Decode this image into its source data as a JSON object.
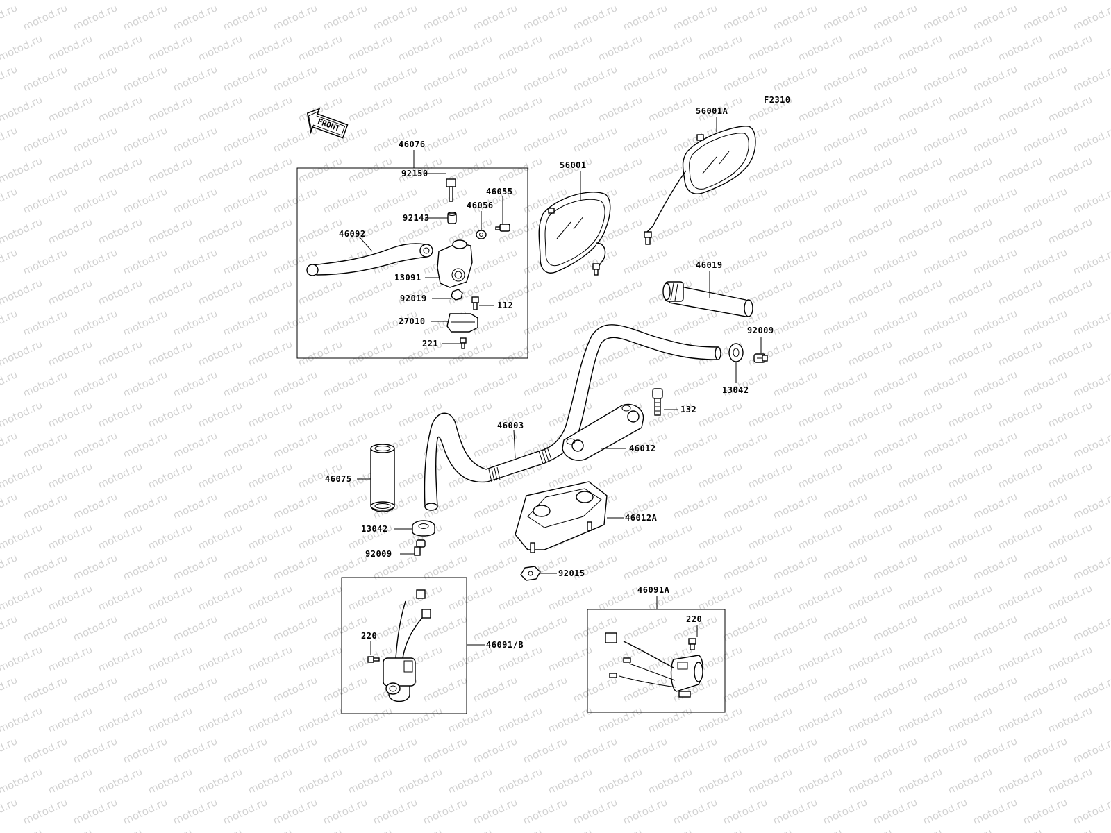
{
  "diagram": {
    "figure_code": "F2310",
    "watermark_text": "motod.ru",
    "direction_indicator": "FRONT",
    "labels": {
      "p56001A": "56001A",
      "p56001": "56001",
      "p46076": "46076",
      "p92150": "92150",
      "p46055": "46055",
      "p92143": "92143",
      "p46056": "46056",
      "p46092": "46092",
      "p13091": "13091",
      "p92019": "92019",
      "p112": "112",
      "p27010": "27010",
      "p221": "221",
      "p46019": "46019",
      "p92009a": "92009",
      "p13042a": "13042",
      "p132": "132",
      "p46003": "46003",
      "p46012": "46012",
      "p46075": "46075",
      "p46012A": "46012A",
      "p13042b": "13042",
      "p92009b": "92009",
      "p92015": "92015",
      "p46091A": "46091A",
      "p220a": "220",
      "p46091B": "46091/B",
      "p220b": "220"
    }
  },
  "colors": {
    "line": "#000000",
    "watermark": "#d2d2d2",
    "background": "#ffffff"
  }
}
